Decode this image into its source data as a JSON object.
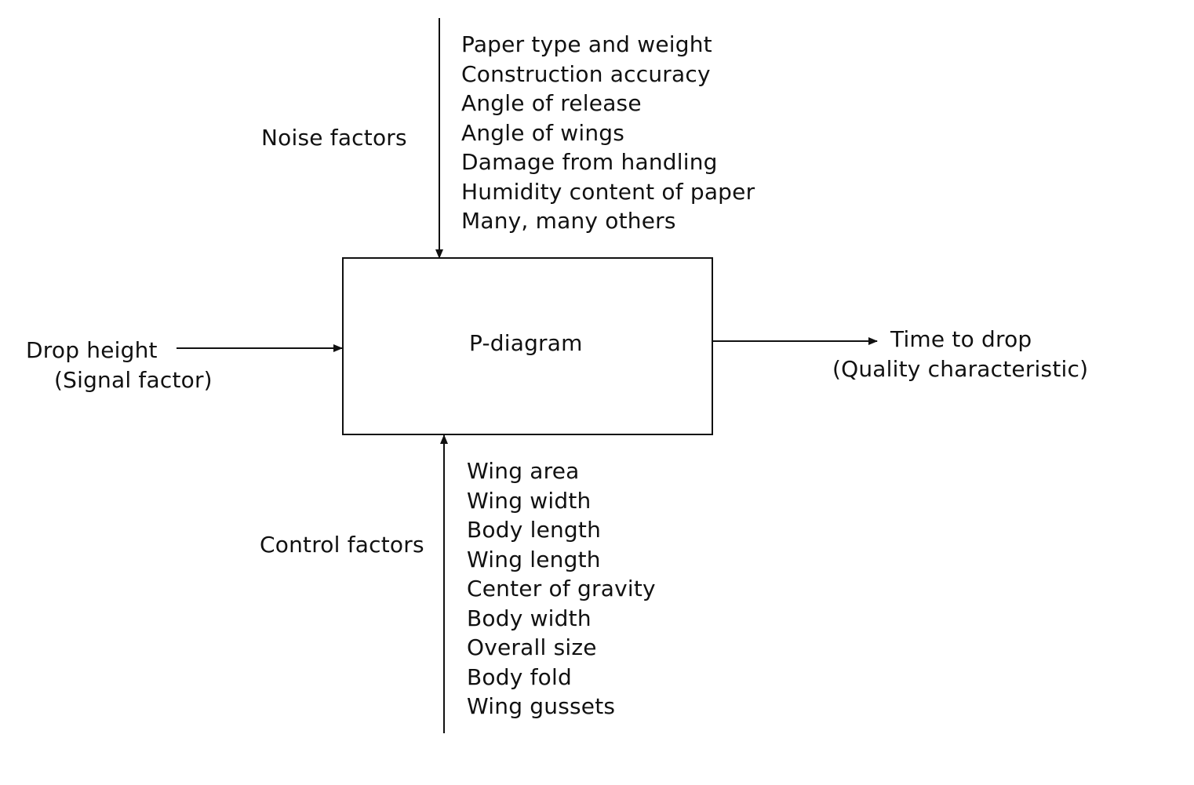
{
  "diagram": {
    "box": {
      "title": "P-diagram"
    },
    "noise": {
      "label": "Noise factors",
      "items": [
        "Paper type and weight",
        "Construction accuracy",
        "Angle of release",
        "Angle of wings",
        "Damage from handling",
        "Humidity content of paper",
        "Many, many others"
      ]
    },
    "control": {
      "label": "Control factors",
      "items": [
        "Wing area",
        "Wing width",
        "Body length",
        "Wing length",
        "Center of gravity",
        "Body width",
        "Overall size",
        "Body fold",
        "Wing gussets"
      ]
    },
    "signal": {
      "name": "Drop height",
      "type": "(Signal factor)"
    },
    "output": {
      "name": "Time to drop",
      "type": "(Quality characteristic)"
    },
    "colors": {
      "line": "#111111",
      "text": "#111111",
      "background": "#ffffff"
    }
  }
}
